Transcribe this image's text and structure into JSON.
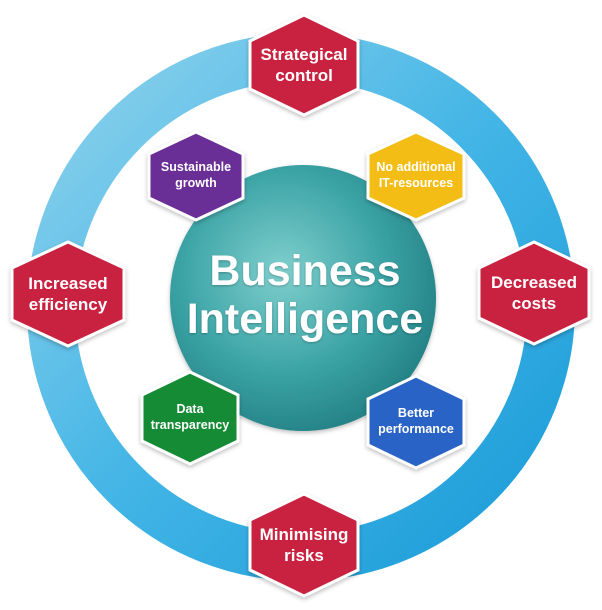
{
  "center": {
    "title": "Business\nIntelligence"
  },
  "outer_nodes": [
    {
      "id": "top",
      "label": "Strategical\ncontrol"
    },
    {
      "id": "right",
      "label": "Decreased\ncosts"
    },
    {
      "id": "bottom",
      "label": "Minimising\nrisks"
    },
    {
      "id": "left",
      "label": "Increased\nefficiency"
    }
  ],
  "inner_nodes": [
    {
      "id": "top-left",
      "label": "Sustainable\ngrowth"
    },
    {
      "id": "top-right",
      "label": "No additional\nIT-resources"
    },
    {
      "id": "bottom-left",
      "label": "Data\ntransparency"
    },
    {
      "id": "bottom-right",
      "label": "Better\nperformance"
    }
  ],
  "colors": {
    "ring_light": "#8ccfe9",
    "ring_dark": "#1fa3dc",
    "outer_hex": "#c8213f",
    "outer_hex_dark": "#9e1231",
    "center_light": "#5fb9b9",
    "center_dark": "#2b8f92",
    "sustainable_growth": "#6a2f97",
    "no_additional_it": "#f4bd14",
    "data_transparency": "#138b36",
    "better_performance": "#2a63c6"
  }
}
